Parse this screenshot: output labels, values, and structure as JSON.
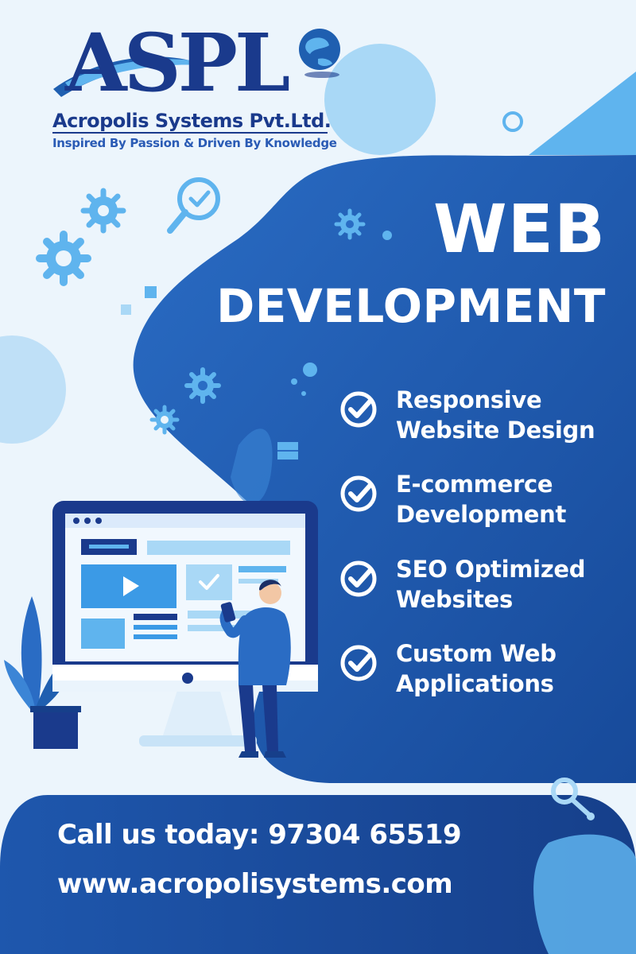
{
  "brand": {
    "logo_letters": "ASPL",
    "company_name": "Acropolis Systems Pvt.Ltd.",
    "tagline": "Inspired By Passion & Driven By Knowledge",
    "colors": {
      "navy": "#1a3a8c",
      "blue": "#1f5fb0",
      "sky": "#5fb4ee",
      "light": "#ecf5fc"
    }
  },
  "headline": {
    "line1": "WEB",
    "line2": "DEVELOPMENT"
  },
  "services": [
    {
      "line1": "Responsive",
      "line2": "Website Design"
    },
    {
      "line1": "E-commerce",
      "line2": "Development"
    },
    {
      "line1": "SEO Optimized",
      "line2": "Websites"
    },
    {
      "line1": "Custom Web",
      "line2": "Applications"
    }
  ],
  "contact": {
    "phone_line": "Call us today: 97304 65519",
    "website": "www.acropolisystems.com"
  },
  "icons": [
    "gear-icon",
    "magnifier-check-icon",
    "check-circle-icon",
    "play-icon",
    "key-icon",
    "plant-icon",
    "monitor-icon",
    "person-icon",
    "phone-icon"
  ]
}
